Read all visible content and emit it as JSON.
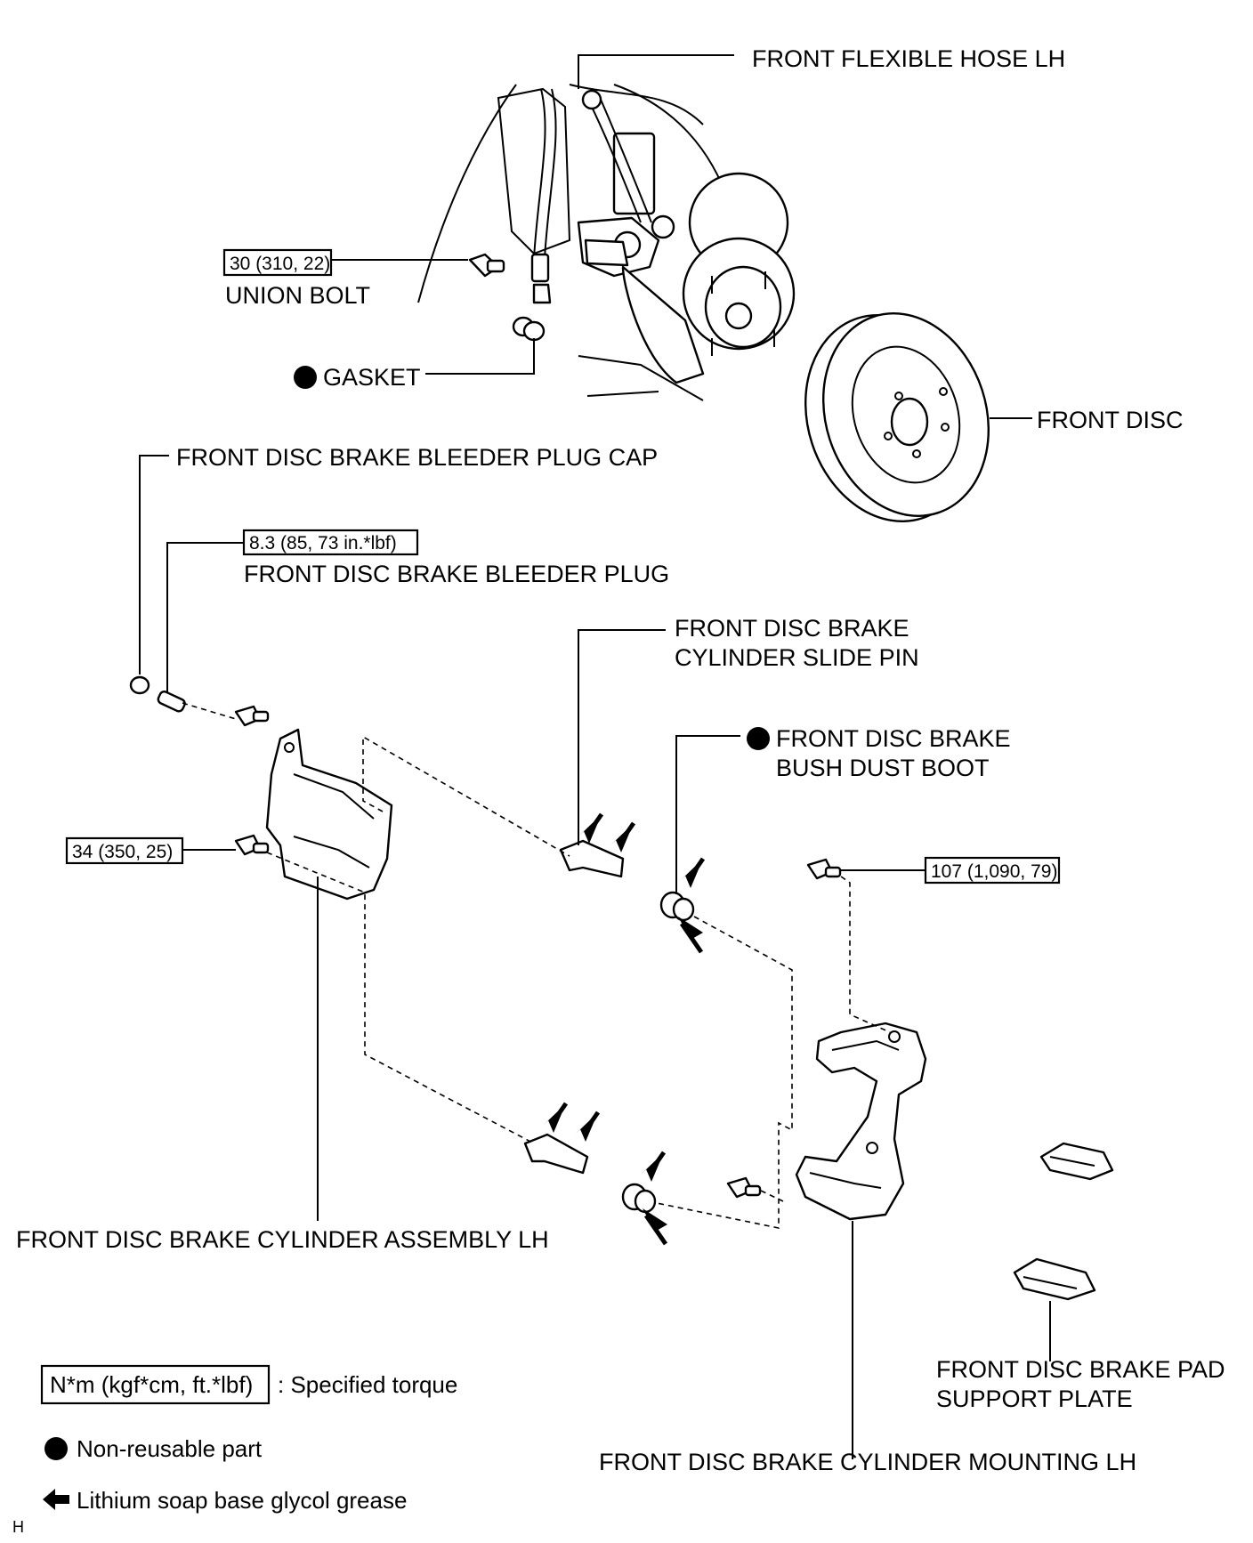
{
  "labels": {
    "front_flexible_hose": "FRONT FLEXIBLE HOSE LH",
    "union_bolt": "UNION BOLT",
    "gasket": "GASKET",
    "front_disc": "FRONT DISC",
    "bleeder_plug_cap": "FRONT DISC BRAKE BLEEDER PLUG CAP",
    "bleeder_plug": "FRONT DISC BRAKE BLEEDER PLUG",
    "slide_pin_line1": "FRONT DISC BRAKE",
    "slide_pin_line2": "CYLINDER SLIDE PIN",
    "dust_boot_line1": "FRONT DISC BRAKE",
    "dust_boot_line2": "BUSH DUST BOOT",
    "cylinder_assembly": "FRONT DISC BRAKE CYLINDER ASSEMBLY LH",
    "pad_support_line1": "FRONT DISC BRAKE PAD",
    "pad_support_line2": "SUPPORT PLATE",
    "cylinder_mounting": "FRONT DISC BRAKE CYLINDER MOUNTING LH"
  },
  "torques": {
    "union_bolt": "30 (310, 22)",
    "bleeder_plug": "8.3 (85, 73 in.*lbf)",
    "cylinder_bolt": "34 (350, 25)",
    "mounting_bolt": "107 (1,090, 79)"
  },
  "legend": {
    "torque_unit": "N*m (kgf*cm, ft.*lbf)",
    "torque_desc": ": Specified torque",
    "non_reusable": "Non-reusable part",
    "grease": "Lithium soap base glycol grease"
  },
  "corner_mark": "H"
}
